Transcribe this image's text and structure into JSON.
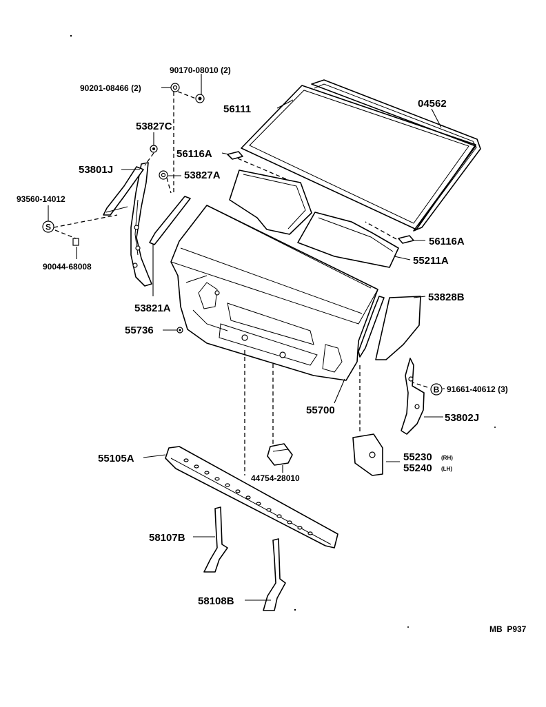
{
  "labels": {
    "p90170": "90170-08010 (2)",
    "p90201": "90201-08466 (2)",
    "p56111": "56111",
    "p04562": "04562",
    "p53827C": "53827C",
    "p56116A_top": "56116A",
    "p53801J": "53801J",
    "p53827A": "53827A",
    "p93560": "93560-14012",
    "p90044": "90044-68008",
    "p56116A_right": "56116A",
    "p55211A": "55211A",
    "p53828B": "53828B",
    "p53821A": "53821A",
    "p55736": "55736",
    "p91661": "91661-40612 (3)",
    "p55700": "55700",
    "p53802J": "53802J",
    "p55105A": "55105A",
    "p44754": "44754-28010",
    "p55230": "55230",
    "p55230_side": "(RH)",
    "p55240": "55240",
    "p55240_side": "(LH)",
    "p58107B": "58107B",
    "p58108B": "58108B",
    "page_code": "MB  P937"
  },
  "symbols": {
    "s_circle": "S",
    "b_circle": "B"
  }
}
